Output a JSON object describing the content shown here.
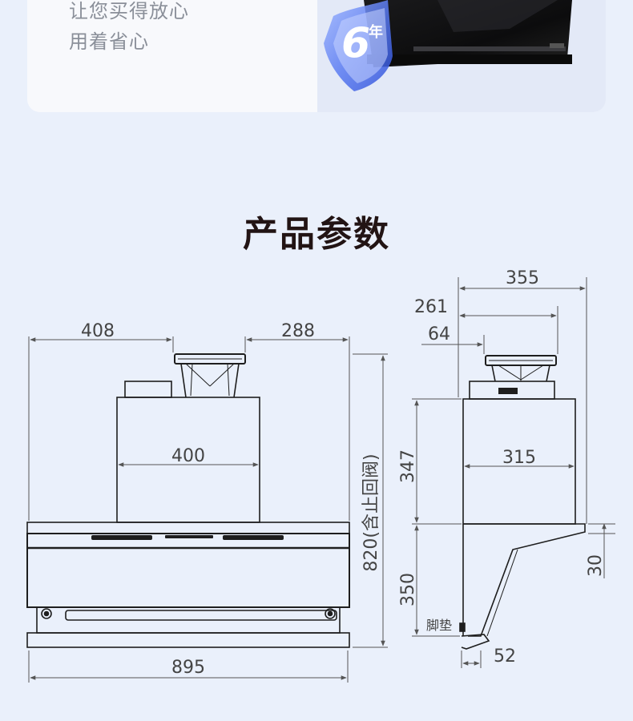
{
  "promo": {
    "line1": "让您买得放心",
    "line2": "用着省心",
    "badge_number": "6",
    "badge_unit": "年"
  },
  "section_title": "产品参数",
  "front_view": {
    "dim_left_width": "408",
    "dim_right_offset": "288",
    "dim_box_width": "400",
    "dim_total_height": "820(含止回阀)",
    "dim_total_width": "895"
  },
  "side_view": {
    "dim_top": "355",
    "dim_mid": "261",
    "dim_small": "64",
    "dim_box_width": "315",
    "dim_upper_height": "347",
    "dim_lower_height": "350",
    "dim_lip": "30",
    "dim_foot": "52",
    "foot_label": "脚垫"
  },
  "colors": {
    "background": "#eaf0fb",
    "line": "#1e1e1e",
    "dimension": "#555555",
    "badge": "#4a6ff0"
  }
}
